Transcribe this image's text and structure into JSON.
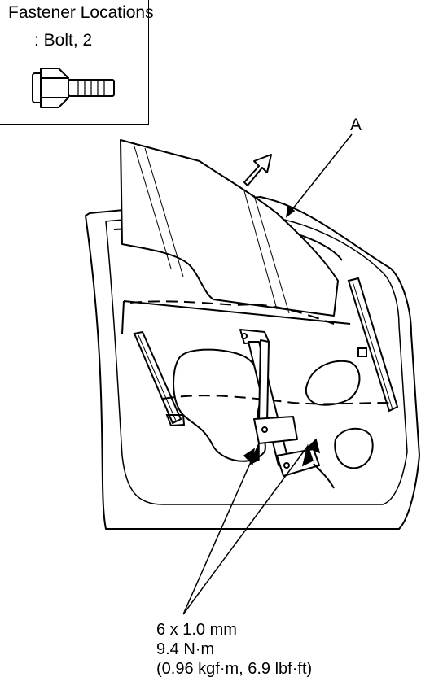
{
  "legend": {
    "title": "Fastener Locations",
    "item_label": ": Bolt, 2",
    "item_icon": "hex-flange-bolt-icon"
  },
  "callout": {
    "label": "A"
  },
  "torque_spec": {
    "size": "6 x 1.0 mm",
    "nm": "9.4 N·m",
    "alt_units": "(0.96 kgf·m, 6.9 lbf·ft)"
  }
}
